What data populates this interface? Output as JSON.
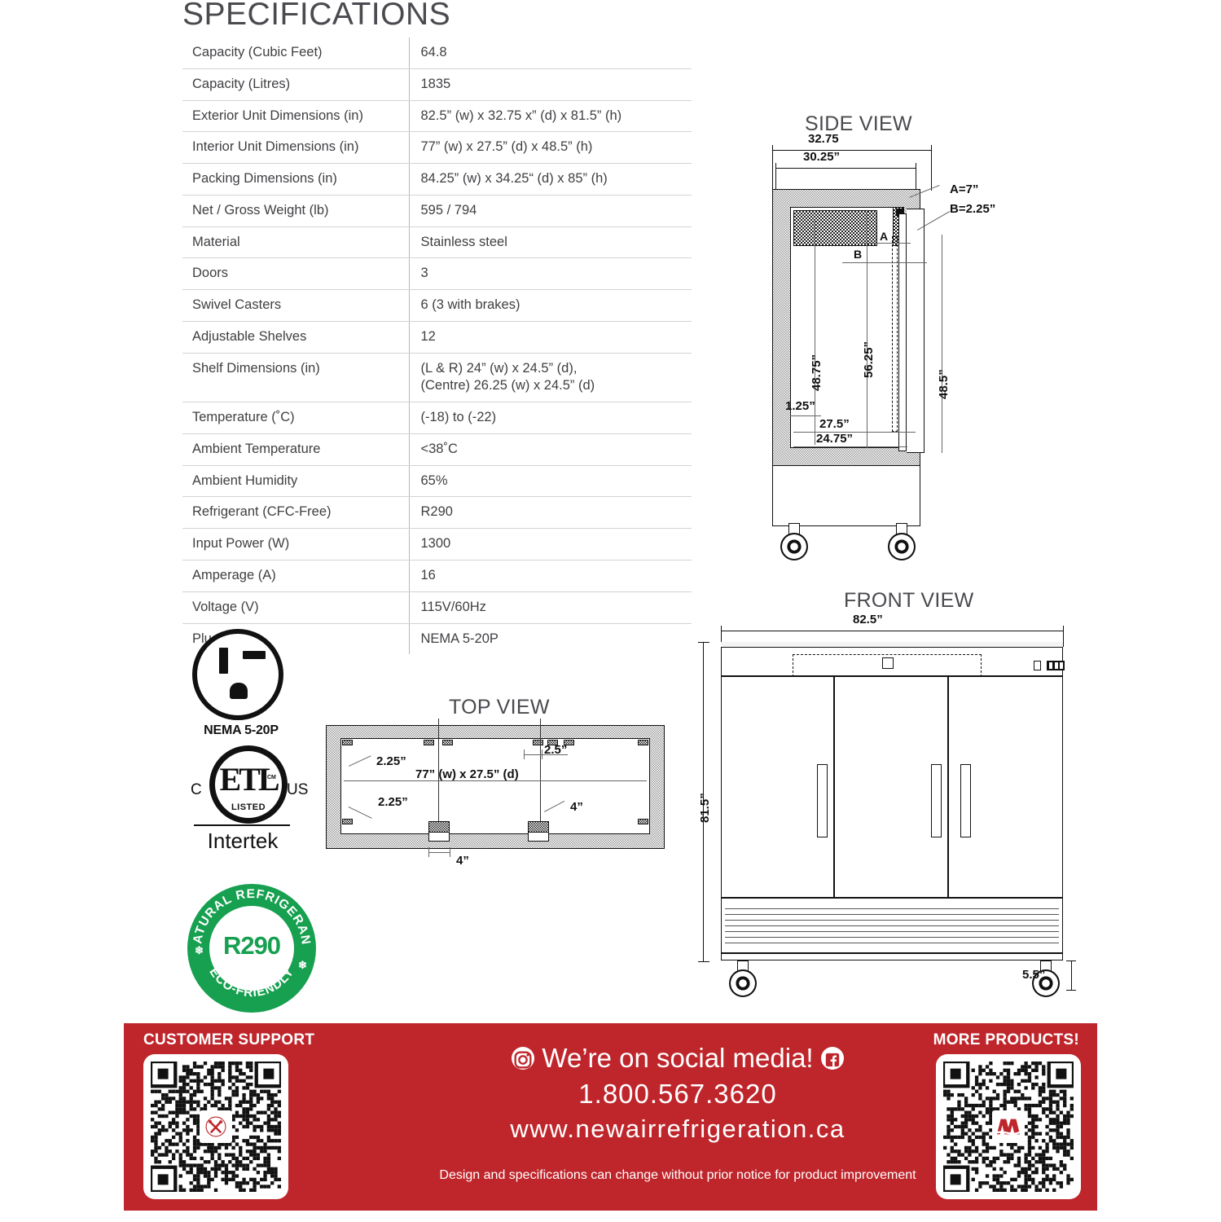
{
  "spec": {
    "title": "SPECIFICATIONS",
    "rows": [
      {
        "key": "Capacity (Cubic Feet)",
        "value": "64.8"
      },
      {
        "key": "Capacity (Litres)",
        "value": "1835"
      },
      {
        "key": "Exterior Unit Dimensions (in)",
        "value": "82.5” (w) x 32.75 x” (d) x 81.5” (h)"
      },
      {
        "key": "Interior Unit Dimensions (in)",
        "value": "77” (w) x 27.5” (d) x 48.5” (h)"
      },
      {
        "key": "Packing Dimensions (in)",
        "value": "84.25” (w) x  34.25“ (d) x 85” (h)"
      },
      {
        "key": "Net / Gross Weight (lb)",
        "value": "595 / 794"
      },
      {
        "key": "Material",
        "value": "Stainless steel"
      },
      {
        "key": "Doors",
        "value": "3"
      },
      {
        "key": "Swivel Casters",
        "value": "6 (3 with brakes)"
      },
      {
        "key": "Adjustable Shelves",
        "value": "12"
      },
      {
        "key": "Shelf Dimensions (in)",
        "value": "(L & R) 24” (w) x 24.5” (d),\n(Centre) 26.25 (w) x 24.5” (d)"
      },
      {
        "key": "Temperature (˚C)",
        "value": "(-18) to (-22)"
      },
      {
        "key": "Ambient Temperature",
        "value": "<38˚C"
      },
      {
        "key": "Ambient Humidity",
        "value": "65%"
      },
      {
        "key": "Refrigerant (CFC-Free)",
        "value": "R290"
      },
      {
        "key": "Input Power (W)",
        "value": "1300"
      },
      {
        "key": "Amperage (A)",
        "value": "16"
      },
      {
        "key": "Voltage (V)",
        "value": "115V/60Hz"
      },
      {
        "key": "Plug Type",
        "value": "NEMA 5-20P"
      }
    ]
  },
  "side_view": {
    "title": "SIDE VIEW",
    "dims": {
      "overall_depth": "32.75",
      "cabinet_depth": "30.25”",
      "a_callout": "A=7”",
      "b_callout": "B=2.25”",
      "a_letter": "A",
      "b_letter": "B",
      "interior_height": "48.75”",
      "door_height": "56.25”",
      "right_height": "48.5”",
      "base_offset": "1.25”",
      "interior_depth": "27.5”",
      "shelf_depth": "24.75”"
    }
  },
  "front_view": {
    "title": "FRONT VIEW",
    "dims": {
      "width": "82.5”",
      "height": "81.5”",
      "caster_height": "5.5”"
    }
  },
  "top_view": {
    "title": "TOP VIEW",
    "dims": {
      "clip_top": "2.25”",
      "gap_top": "2.5”",
      "interior": "77” (w) x 27.5” (d)",
      "clip_bottom": "2.25”",
      "hinge_right": "4”",
      "hinge_bottom": "4”"
    }
  },
  "logos": {
    "nema": {
      "label": "NEMA 5-20P"
    },
    "etl": {
      "mark": "ETL",
      "superscript": "CM",
      "listed": "LISTED",
      "left": "C",
      "right": "US",
      "company": "Intertek"
    },
    "r290": {
      "center": "R290",
      "arc_top": "NATURAL REFRIGERANT",
      "arc_bottom": "ECO-FRIENDLY",
      "color": "#17a050"
    }
  },
  "footer": {
    "background": "#bf262c",
    "customer_support_label": "CUSTOMER SUPPORT",
    "more_products_label": "MORE PRODUCTS!",
    "social_text": "We’re on social media!",
    "phone": "1.800.567.3620",
    "website": "www.newairrefrigeration.ca",
    "disclaimer": "Design and specifications can change without prior notice for product improvement",
    "qr_left_icon": "tools-icon",
    "qr_right_icon": "newair-n-logo",
    "instagram_icon": "instagram-icon",
    "facebook_icon": "facebook-icon"
  }
}
